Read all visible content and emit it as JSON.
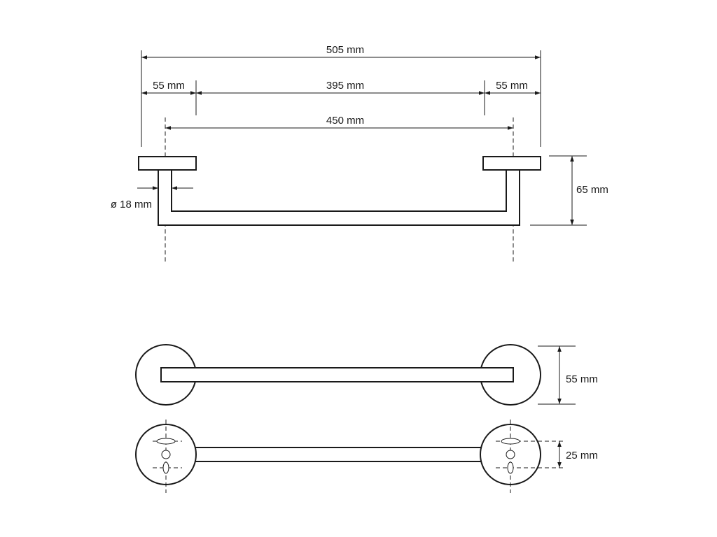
{
  "dimensions": {
    "overall_width": "505 mm",
    "left_mount_width": "55 mm",
    "bar_span": "395 mm",
    "right_mount_width": "55 mm",
    "center_distance": "450 mm",
    "tube_diameter": "ø 18 mm",
    "projection": "65 mm",
    "rosette_diameter": "55 mm",
    "hole_spacing": "25 mm"
  },
  "colors": {
    "line": "#1a1a1a",
    "background": "#ffffff"
  }
}
